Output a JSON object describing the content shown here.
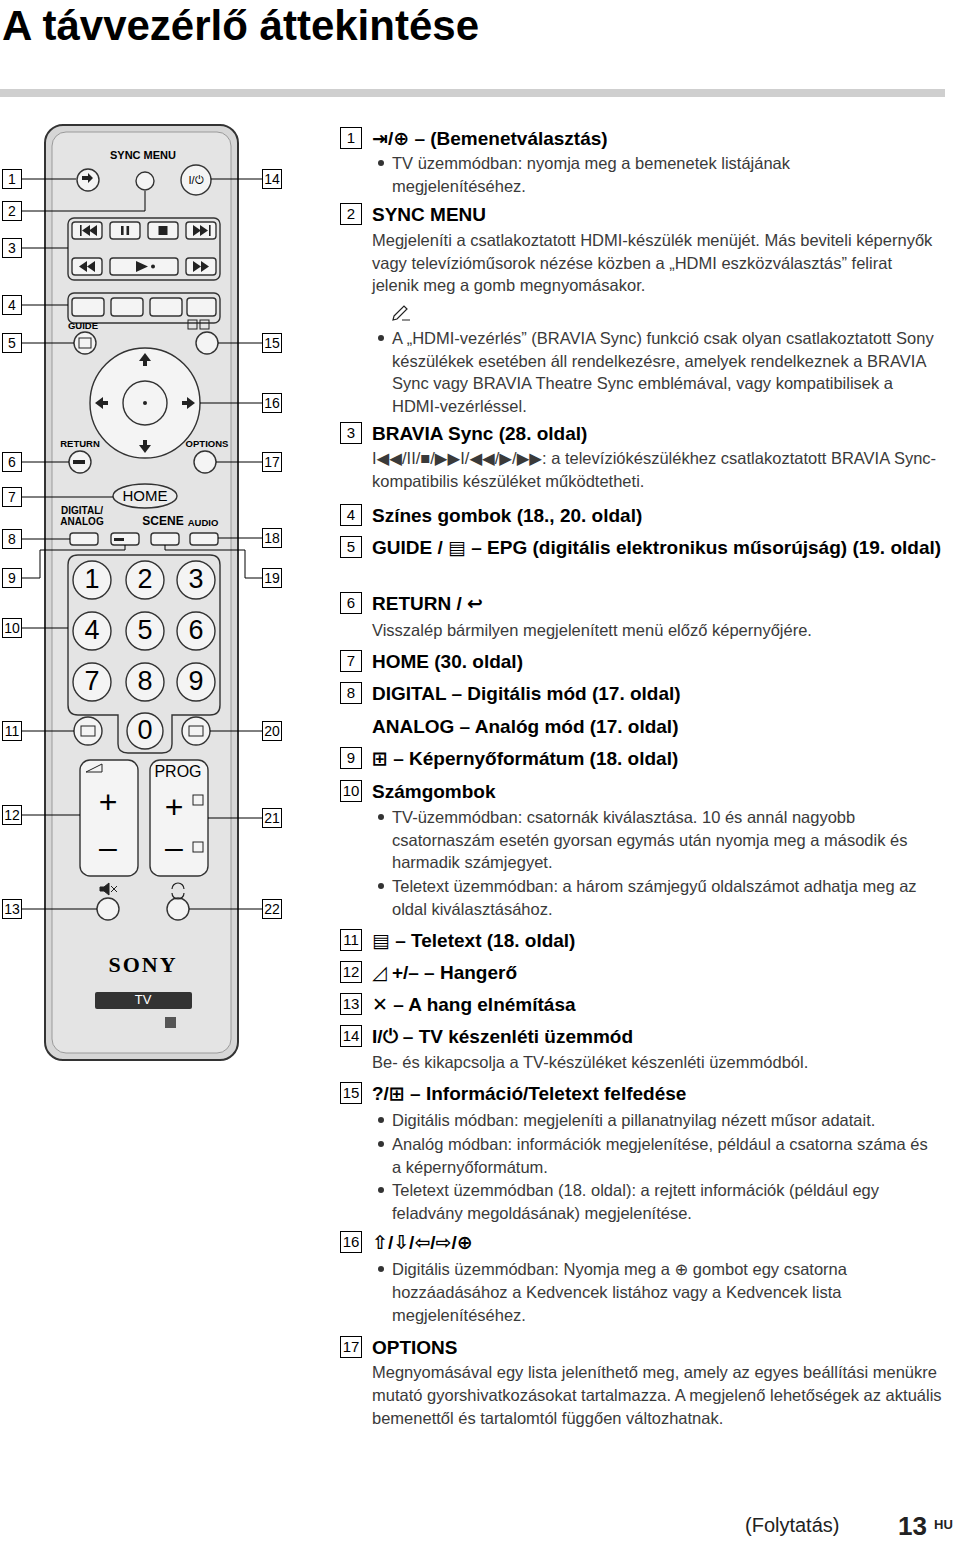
{
  "diagram": {
    "title": "A távvezérlő áttekintése",
    "labels": [
      "1",
      "2",
      "3",
      "4",
      "5",
      "6",
      "7",
      "8",
      "9",
      "10",
      "11",
      "12",
      "13",
      "14",
      "15",
      "16",
      "17",
      "18",
      "19",
      "20",
      "21",
      "22",
      "SYNC MENU",
      "I/⏻",
      "GUIDE",
      "RETURN",
      "OPTIONS",
      "HOME",
      "DIGITAL/ ANALOG",
      "SCENE",
      "AUDIO",
      "1",
      "2",
      "3",
      "4",
      "5",
      "6",
      "7",
      "8",
      "9",
      "0",
      "PROG",
      "+",
      "–",
      "+",
      "–",
      "SONY",
      "TV",
      "1",
      "⇥/⊕ – (Bemenetválasztás)",
      "TV üzemmódban: nyomja meg a bemenetek listájának megjelenítéséhez.",
      "2",
      "SYNC MENU",
      "Megjeleníti a csatlakoztatott HDMI-készülék menüjét. Más beviteli képernyők vagy televízióműsorok nézése közben a „HDMI eszközválasztás” felirat jelenik meg a gomb megnyomásakor.",
      "A „HDMI-vezérlés” (BRAVIA Sync) funkció csak olyan csatlakoztatott Sony készülékek esetében áll rendelkezésre, amelyek rendelkeznek a BRAVIA Sync vagy BRAVIA Theatre Sync emblémával, vagy kompatibilisek a HDMI-vezérléssel.",
      "3",
      "BRAVIA Sync (28. oldal)",
      "I◀◀/II/■/▶▶I/◀◀/▶/▶▶: a televíziókészülékhez csatlakoztatott BRAVIA Sync-kompatibilis készüléket működtetheti.",
      "4",
      "Színes gombok (18., 20. oldal)",
      "5",
      "GUIDE / ▤ – EPG (digitális elektronikus műsorújság) (19. oldal)",
      "6",
      "RETURN / ↩",
      "Visszalép bármilyen megjelenített menü előző képernyőjére.",
      "7",
      "HOME (30. oldal)",
      "8",
      "DIGITAL – Digitális mód (17. oldal)",
      "ANALOG – Analóg mód (17. oldal)",
      "9",
      "⊞ – Képernyőformátum (18. oldal)",
      "10",
      "Számgombok",
      "TV-üzemmódban: csatornák kiválasztása. 10 és annál nagyobb csatornaszám esetén gyorsan egymás után nyomja meg a második és harmadik számjegyet.",
      "Teletext üzemmódban: a három számjegyű oldalszámot adhatja meg az oldal kiválasztásához.",
      "11",
      "▤ – Teletext (18. oldal)",
      "12",
      "◿ +/– – Hangerő",
      "13",
      "✕ – A hang elnémítása",
      "14",
      "I/⏻ – TV készenléti üzemmód",
      "Be- és kikapcsolja a TV-készüléket készenléti üzemmódból.",
      "15",
      "?/⊞ – Információ/Teletext felfedése",
      "Digitális módban: megjeleníti a pillanatnyilag nézett műsor adatait.",
      "Analóg módban: információk megjelenítése, például a csatorna száma és a képernyőformátum.",
      "Teletext üzemmódban (18. oldal): a rejtett információk (például egy feladvány megoldásának) megjelenítése.",
      "16",
      "⇧/⇩/⇦/⇨/⊕",
      "Digitális üzemmódban: Nyomja meg a ⊕ gombot egy csatorna hozzáadásához a Kedvencek listához vagy a Kedvencek lista megjelenítéséhez.",
      "17",
      "OPTIONS",
      "Megnyomásával egy lista jeleníthető meg, amely az egyes beállítási menükre mutató gyorshivatkozásokat tartalmazza. A megjelenő lehetőségek az aktuális bemenettől és tartalomtól függően változhatnak.",
      "(Folytatás)",
      "13",
      "HU"
    ]
  }
}
